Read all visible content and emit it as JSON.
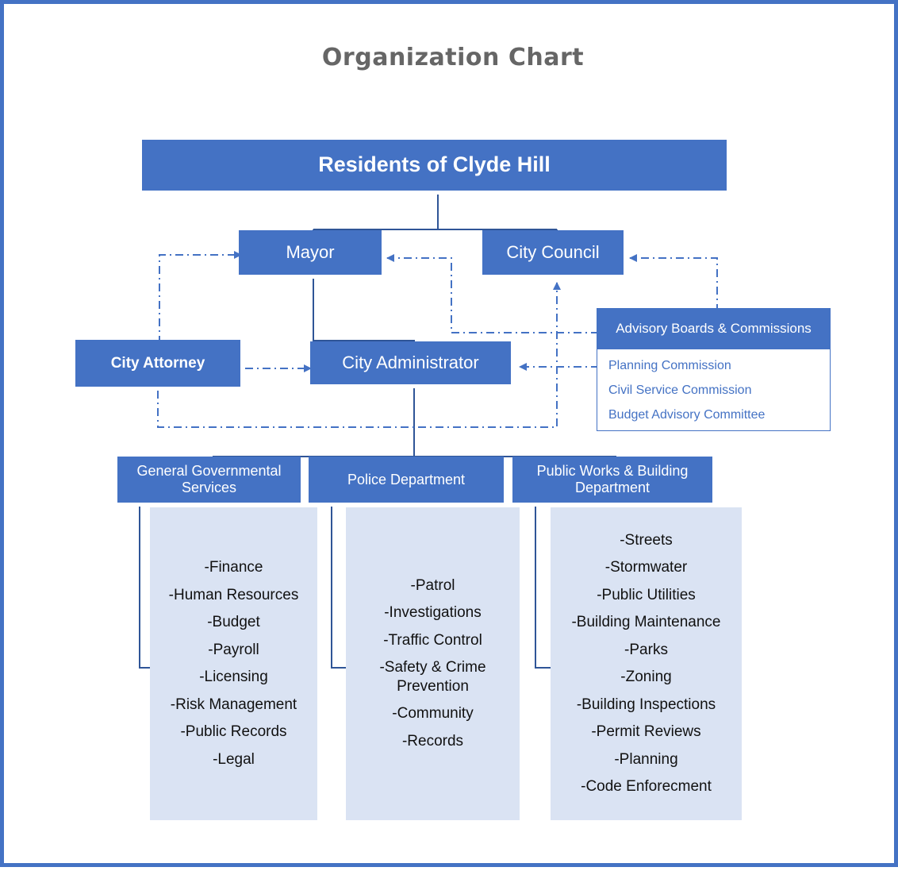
{
  "title": "Organization Chart",
  "nodes": {
    "residents": "Residents of Clyde Hill",
    "mayor": "Mayor",
    "council": "City Council",
    "attorney": "City Attorney",
    "administrator": "City Administrator",
    "advisory_title": "Advisory Boards & Commissions",
    "advisory_items": [
      "Planning Commission",
      "Civil Service Commission",
      "Budget Advisory Committee"
    ],
    "general": "General Governmental Services",
    "police": "Police Department",
    "public_works": "Public Works & Building Department"
  },
  "departments": {
    "general_items": [
      "-Finance",
      "-Human Resources",
      "-Budget",
      "-Payroll",
      "-Licensing",
      "-Risk Management",
      "-Public Records",
      "-Legal"
    ],
    "police_items": [
      "-Patrol",
      "-Investigations",
      "-Traffic Control",
      "-Safety & Crime Prevention",
      "-Community",
      "-Records"
    ],
    "public_works_items": [
      "-Streets",
      "-Stormwater",
      "-Public Utilities",
      "-Building Maintenance",
      "-Parks",
      "-Zoning",
      "-Building Inspections",
      "-Permit Reviews",
      "-Planning",
      "-Code Enforecment"
    ]
  },
  "colors": {
    "box_fill": "#4472c4",
    "panel_fill": "#dae3f3",
    "title_text": "#666666",
    "connector": "#2f5597",
    "dashed_connector": "#4472c4"
  }
}
